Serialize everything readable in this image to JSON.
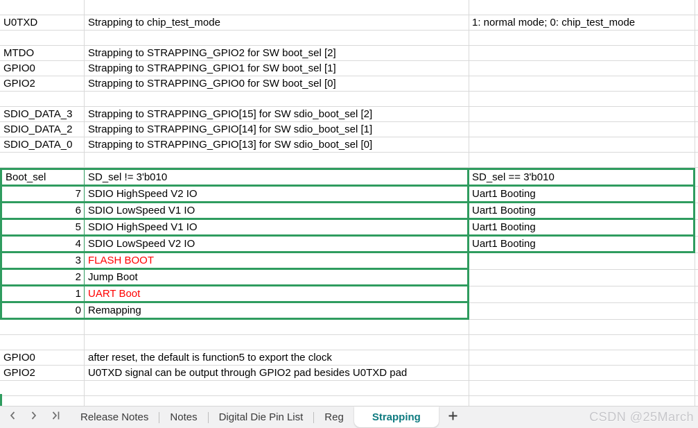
{
  "colors": {
    "table_border_green": "#2f9c5f",
    "alert_red": "#ff0000",
    "active_tab_teal": "#0f7b80",
    "gridline_gray": "#d9d9d9"
  },
  "icons": {
    "nav_prev": "chevron-left",
    "nav_next": "chevron-right",
    "nav_last": "chevron-right-bar",
    "add_sheet": "plus"
  },
  "grid": {
    "rows": [
      {
        "a": "",
        "b": "",
        "c": ""
      },
      {
        "a": "U0TXD",
        "b": "Strapping to chip_test_mode",
        "c": "1: normal mode; 0: chip_test_mode"
      },
      {
        "a": "",
        "b": "",
        "c": ""
      },
      {
        "a": "MTDO",
        "b": "Strapping to STRAPPING_GPIO2 for SW boot_sel [2]",
        "c": ""
      },
      {
        "a": "GPIO0",
        "b": "Strapping to STRAPPING_GPIO1 for SW boot_sel [1]",
        "c": ""
      },
      {
        "a": "GPIO2",
        "b": "Strapping to STRAPPING_GPIO0 for SW boot_sel [0]",
        "c": ""
      },
      {
        "a": "",
        "b": "",
        "c": ""
      },
      {
        "a": "SDIO_DATA_3",
        "b": "Strapping to STRAPPING_GPIO[15] for SW sdio_boot_sel [2]",
        "c": ""
      },
      {
        "a": "SDIO_DATA_2",
        "b": "Strapping to STRAPPING_GPIO[14] for SW sdio_boot_sel [1]",
        "c": ""
      },
      {
        "a": "SDIO_DATA_0",
        "b": "Strapping to STRAPPING_GPIO[13] for SW sdio_boot_sel [0]",
        "c": ""
      },
      {
        "a": "",
        "b": "",
        "c": ""
      },
      {
        "a": "Boot_sel",
        "b": "SD_sel != 3'b010",
        "c": "SD_sel == 3'b010"
      },
      {
        "a": "7",
        "b": "SDIO HighSpeed V2 IO",
        "c": "Uart1 Booting"
      },
      {
        "a": "6",
        "b": "SDIO LowSpeed V1 IO",
        "c": "Uart1 Booting"
      },
      {
        "a": "5",
        "b": "SDIO HighSpeed V1 IO",
        "c": "Uart1 Booting"
      },
      {
        "a": "4",
        "b": "SDIO LowSpeed V2 IO",
        "c": "Uart1 Booting"
      },
      {
        "a": "3",
        "b": "FLASH BOOT",
        "c": ""
      },
      {
        "a": "2",
        "b": "Jump Boot",
        "c": ""
      },
      {
        "a": "1",
        "b": "UART Boot",
        "c": ""
      },
      {
        "a": "0",
        "b": "Remapping",
        "c": ""
      },
      {
        "a": "",
        "b": "",
        "c": ""
      },
      {
        "a": "",
        "b": "",
        "c": ""
      },
      {
        "a": "GPIO0",
        "b": "after reset, the default is function5 to export the clock",
        "c": ""
      },
      {
        "a": "GPIO2",
        "b": "U0TXD signal can be output through GPIO2 pad besides U0TXD pad",
        "c": ""
      },
      {
        "a": "",
        "b": "",
        "c": ""
      },
      {
        "a": "",
        "b": "",
        "c": ""
      }
    ]
  },
  "tabbar": {
    "tabs": [
      "Release Notes",
      "Notes",
      "Digital Die Pin List",
      "Reg"
    ],
    "active_tab": "Strapping",
    "add_label": "+",
    "watermark": "CSDN @25March"
  }
}
